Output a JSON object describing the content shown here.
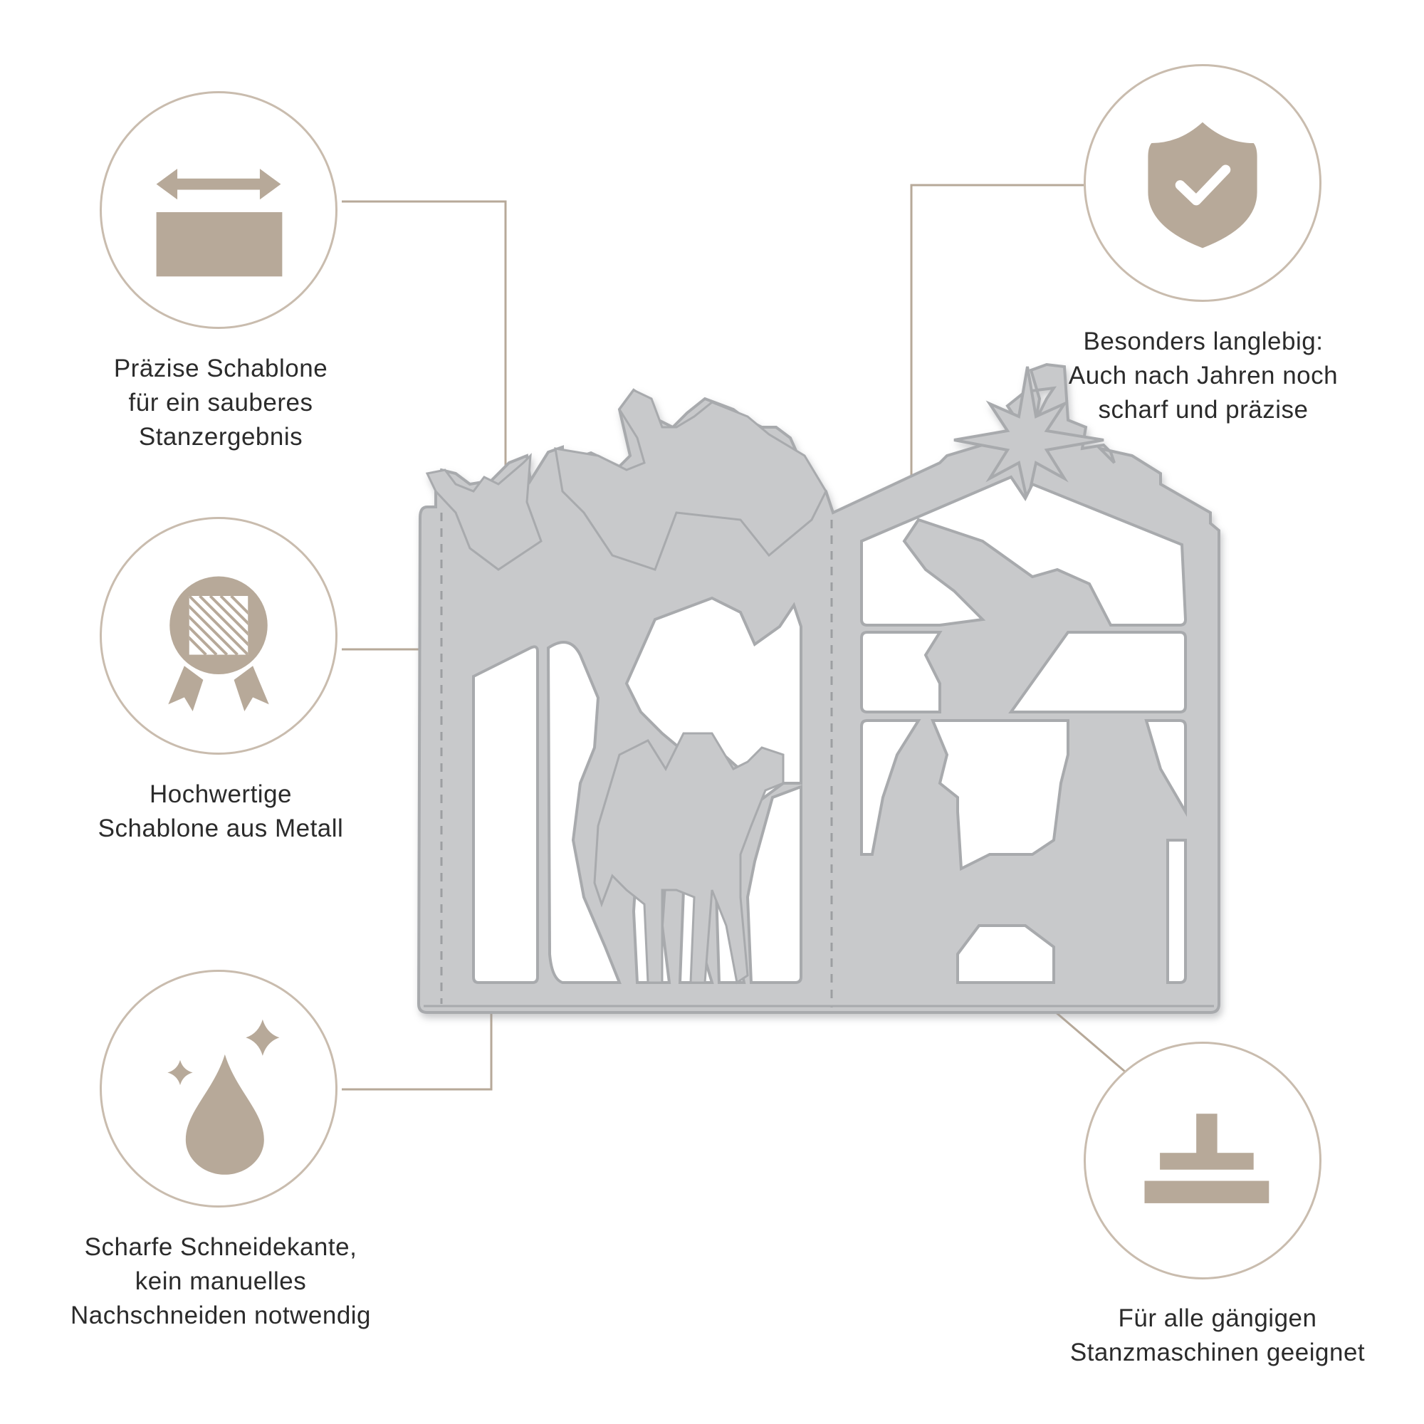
{
  "theme": {
    "accent": "#b7a999",
    "circle_border": "#c9bcae",
    "text": "#2b2b2b",
    "metal": "#c8c9cb",
    "metal_edge": "#a8aaad"
  },
  "features": [
    {
      "id": "precise",
      "icon": "width-arrow-block-icon",
      "lines": [
        "Präzise Schablone",
        "für ein sauberes",
        "Stanzergebnis"
      ]
    },
    {
      "id": "quality",
      "icon": "award-badge-icon",
      "lines": [
        "Hochwertige",
        "Schablone aus Metall"
      ]
    },
    {
      "id": "sharp",
      "icon": "drop-sparkle-icon",
      "lines": [
        "Scharfe Schneidekante,",
        "kein manuelles",
        "Nachschneiden notwendig"
      ]
    },
    {
      "id": "durable",
      "icon": "shield-check-icon",
      "lines": [
        "Besonders langlebig:",
        "Auch nach Jahren noch",
        "scharf und präzise"
      ]
    },
    {
      "id": "machines",
      "icon": "press-stamp-icon",
      "lines": [
        "Für alle gängigen",
        "Stanzmaschinen geeignet"
      ]
    }
  ],
  "product": {
    "icon": "nativity-metal-die"
  }
}
